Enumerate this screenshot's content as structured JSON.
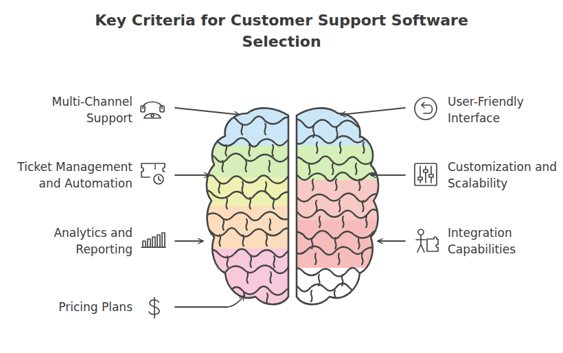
{
  "diagram": {
    "title": "Key Criteria for Customer Support Software Selection",
    "labels": [
      "Multi-Channel Support",
      "User-Friendly Interface",
      "Ticket Management and Automation",
      "Customization and Scalability",
      "Analytics and Reporting",
      "Integration Capabilities",
      "Pricing Plans"
    ]
  }
}
